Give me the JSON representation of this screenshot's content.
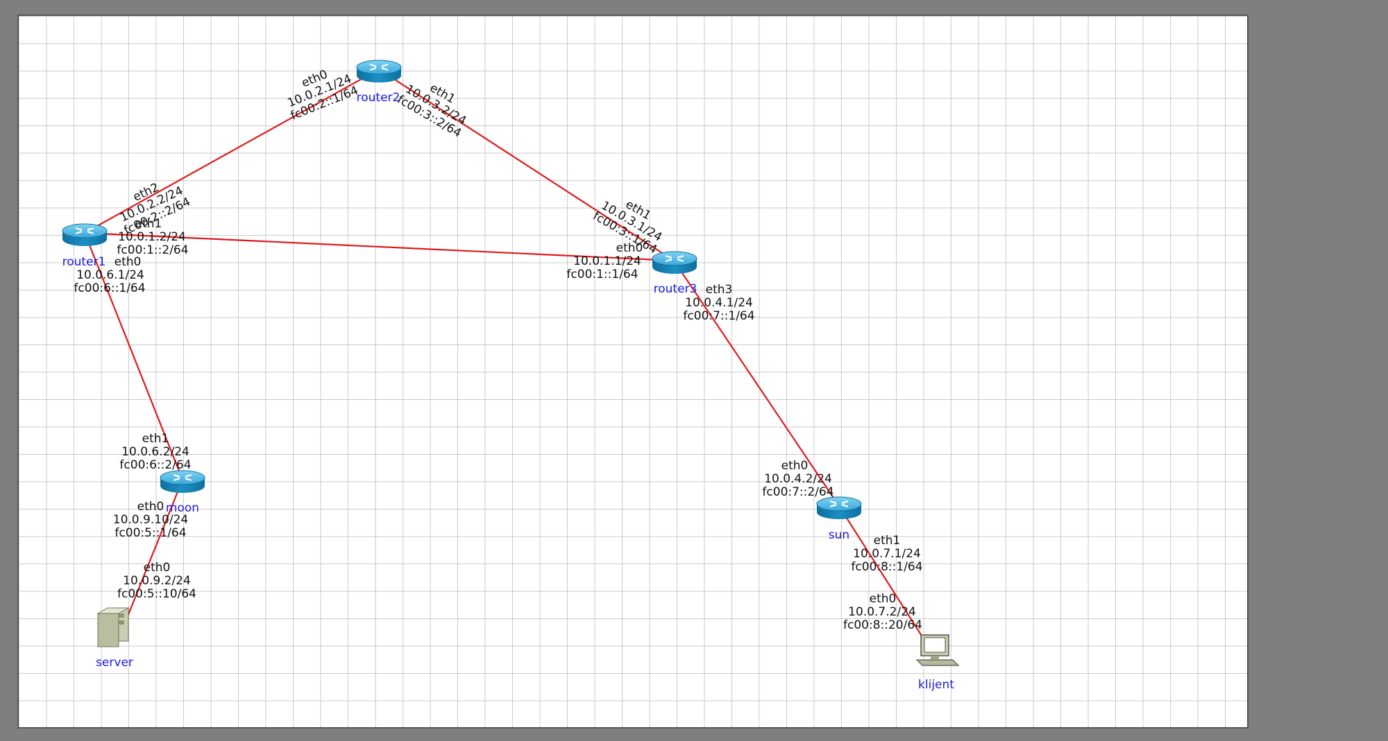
{
  "colors": {
    "link": "#e0171a",
    "node_label": "#1a1ae0",
    "iface_text": "#111111",
    "router_body": "#1b8fc4",
    "router_top": "#5ec2ea"
  },
  "nodes": {
    "router1": {
      "label": "router1",
      "icon": "router-icon"
    },
    "router2": {
      "label": "router2",
      "icon": "router-icon"
    },
    "router3": {
      "label": "router3",
      "icon": "router-icon"
    },
    "moon": {
      "label": "moon",
      "icon": "router-icon"
    },
    "sun": {
      "label": "sun",
      "icon": "router-icon"
    },
    "server": {
      "label": "server",
      "icon": "server-icon"
    },
    "klijent": {
      "label": "klijent",
      "icon": "computer-icon"
    }
  },
  "interfaces": {
    "r2_eth0": {
      "name": "eth0",
      "ipv4": "10.0.2.1/24",
      "ipv6": "fc00:2::1/64"
    },
    "r2_eth1": {
      "name": "eth1",
      "ipv4": "10.0.3.2/24",
      "ipv6": "fc00:3::2/64"
    },
    "r1_eth2": {
      "name": "eth2",
      "ipv4": "10.0.2.2/24",
      "ipv6": "fc00:2::2/64"
    },
    "r1_eth1": {
      "name": "eth1",
      "ipv4": "10.0.1.2/24",
      "ipv6": "fc00:1::2/64"
    },
    "r1_eth0": {
      "name": "eth0",
      "ipv4": "10.0.6.1/24",
      "ipv6": "fc00:6::1/64"
    },
    "r3_eth1": {
      "name": "eth1",
      "ipv4": "10.0.3.1/24",
      "ipv6": "fc00:3::1/64"
    },
    "r3_eth0": {
      "name": "eth0",
      "ipv4": "10.0.1.1/24",
      "ipv6": "fc00:1::1/64"
    },
    "r3_eth3": {
      "name": "eth3",
      "ipv4": "10.0.4.1/24",
      "ipv6": "fc00:7::1/64"
    },
    "moon_eth1": {
      "name": "eth1",
      "ipv4": "10.0.6.2/24",
      "ipv6": "fc00:6::2/64"
    },
    "moon_eth0": {
      "name": "eth0",
      "ipv4": "10.0.9.10/24",
      "ipv6": "fc00:5::1/64"
    },
    "srv_eth0": {
      "name": "eth0",
      "ipv4": "10.0.9.2/24",
      "ipv6": "fc00:5::10/64"
    },
    "sun_eth0": {
      "name": "eth0",
      "ipv4": "10.0.4.2/24",
      "ipv6": "fc00:7::2/64"
    },
    "sun_eth1": {
      "name": "eth1",
      "ipv4": "10.0.7.1/24",
      "ipv6": "fc00:8::1/64"
    },
    "kl_eth0": {
      "name": "eth0",
      "ipv4": "10.0.7.2/24",
      "ipv6": "fc00:8::20/64"
    }
  }
}
